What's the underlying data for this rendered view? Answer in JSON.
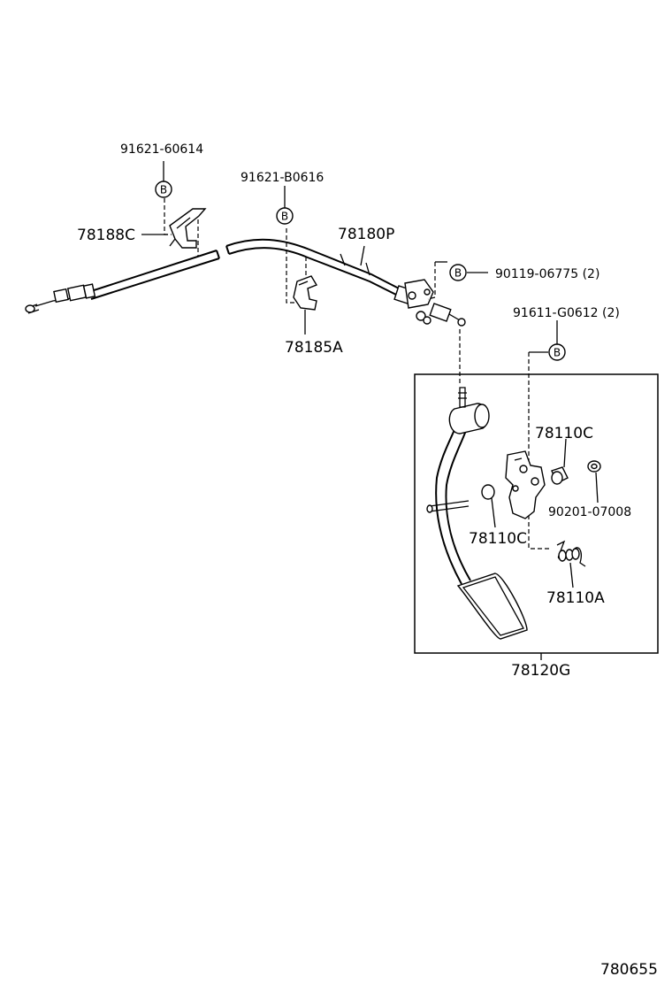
{
  "callouts": {
    "bolt_91621_60614": "91621-60614",
    "bolt_91621_B0616": "91621-B0616",
    "bolt_90119_06775": "90119-06775 (2)",
    "bolt_91611_G0612": "91611-G0612 (2)",
    "washer_90201_07008": "90201-07008",
    "clamp_78188C": "78188C",
    "cable_78180P": "78180P",
    "bracket_78185A": "78185A",
    "bushing_78110C_upper": "78110C",
    "bushing_78110C_lower": "78110C",
    "spring_78110A": "78110A",
    "pedal_assy_78120G": "78120G"
  },
  "bolt_marker": "B",
  "figure_code": "780655"
}
